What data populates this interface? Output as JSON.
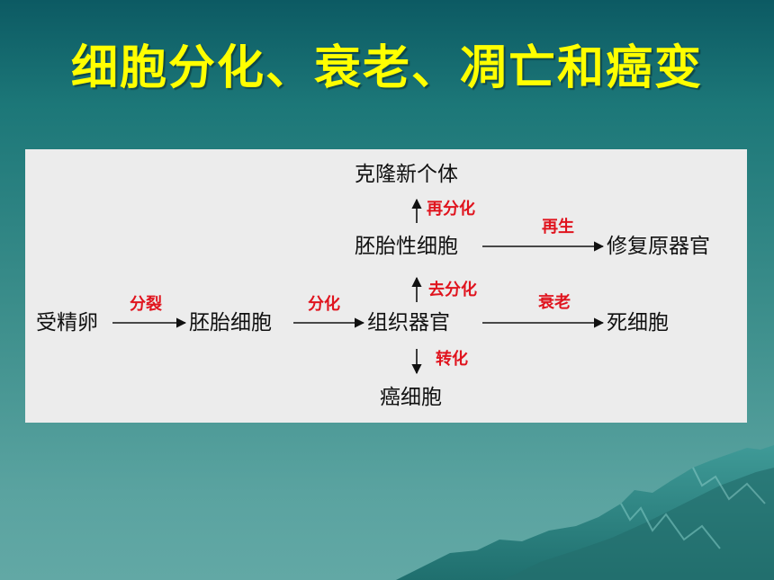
{
  "title": "细胞分化、衰老、凋亡和癌变",
  "diagram": {
    "nodes": {
      "fertilized_egg": "受精卵",
      "embryonic_cell_1": "胚胎细胞",
      "tissue_organ": "组织器官",
      "dead_cell": "死细胞",
      "embryonic_stem_cell": "胚胎性细胞",
      "repair_organ": "修复原器官",
      "clone": "克隆新个体",
      "cancer_cell": "癌细胞"
    },
    "edge_labels": {
      "division": "分裂",
      "differentiation": "分化",
      "senescence": "衰老",
      "dedifferentiation": "去分化",
      "regeneration": "再生",
      "redifferentiation": "再分化",
      "transformation": "转化"
    }
  },
  "colors": {
    "title": "#ffff00",
    "edge_label": "#e0141e",
    "panel": "#ececec"
  }
}
